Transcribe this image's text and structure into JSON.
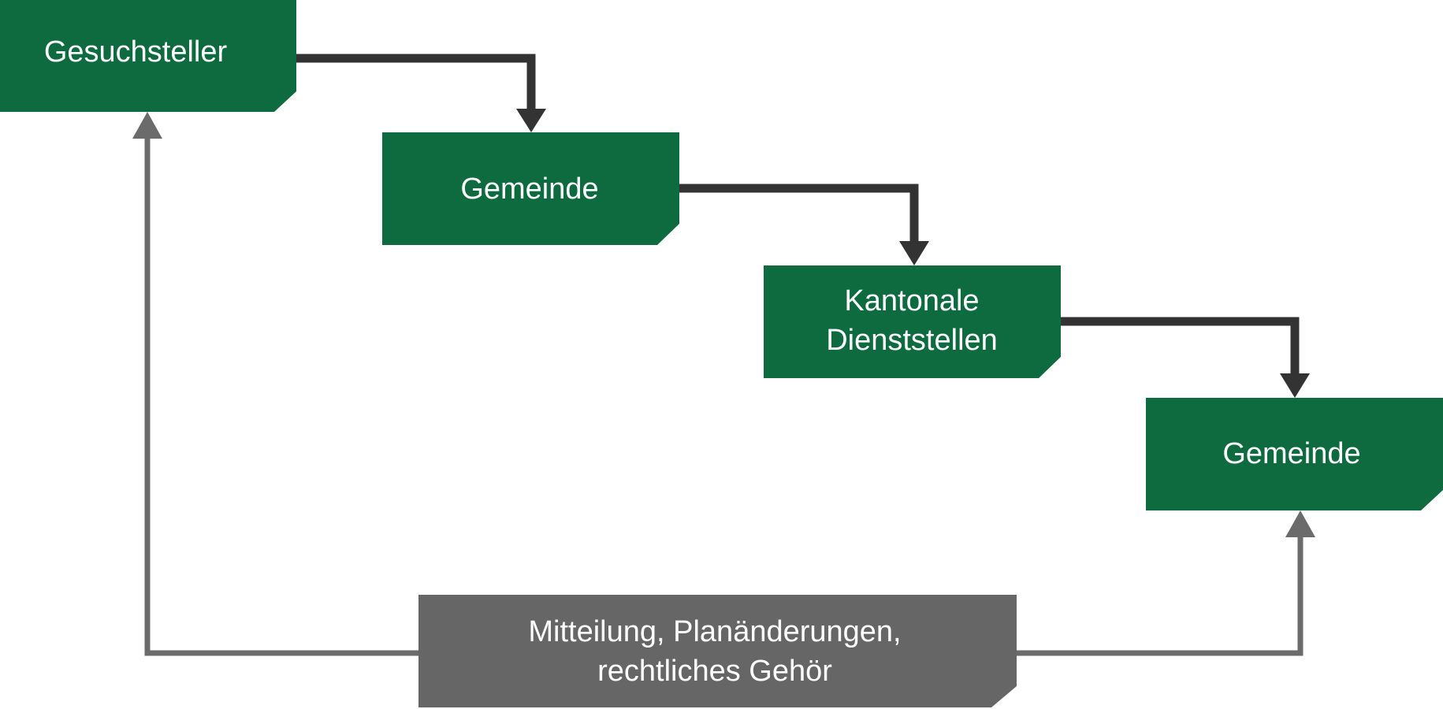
{
  "colors": {
    "box_green": "#0d6b3f",
    "box_grey": "#666666",
    "arrow_dark": "#333333",
    "arrow_grey": "#6b6b6b"
  },
  "nodes": {
    "applicant": {
      "lines": [
        "Gesuchsteller"
      ]
    },
    "municipality_1": {
      "lines": [
        "Gemeinde"
      ]
    },
    "cantonal": {
      "lines": [
        "Kantonale",
        "Dienststellen"
      ]
    },
    "municipality_2": {
      "lines": [
        "Gemeinde"
      ]
    },
    "notification": {
      "lines": [
        "Mitteilung, Planänderungen,",
        "rechtliches Gehör"
      ]
    }
  }
}
